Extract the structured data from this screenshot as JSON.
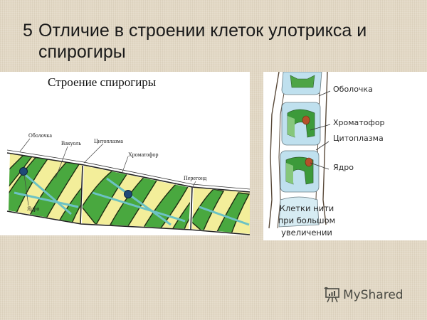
{
  "slide": {
    "number": "5",
    "title_line1": "Отличие в строении клеток улотрикса и",
    "title_line2": "спирогиры"
  },
  "left_figure": {
    "title": "Строение спирогиры",
    "labels": {
      "membrane": "Оболочка",
      "vacuole": "Вакуоль",
      "cytoplasm": "Цитоплазма",
      "chromatophore": "Хроматофор",
      "septum": "Перегонд",
      "nucleus": "Ядро"
    }
  },
  "right_figure": {
    "labels": {
      "membrane": "Оболочка",
      "chromatophore": "Хроматофор",
      "cytoplasm": "Цитоплазма",
      "nucleus": "Ядро"
    },
    "caption_line1": "Клетки нити",
    "caption_line2": "при большом",
    "caption_line3": "увеличении"
  },
  "watermark": {
    "icon": "presentation-board-icon",
    "text": "MyShared"
  },
  "colors": {
    "background": "#e3d9c6",
    "chloroplast_green": "#3f9e3a",
    "cytoplasm_yellow": "#f3ee9a",
    "cell_blue": "#bfe0ee",
    "nucleus_red": "#b5502a"
  }
}
